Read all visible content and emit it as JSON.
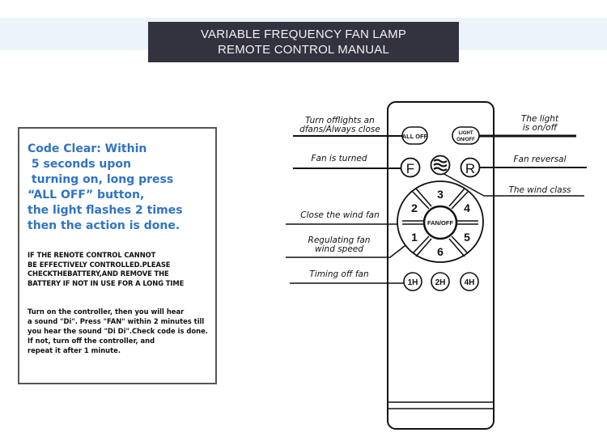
{
  "header": {
    "title_line1": "VARIABLE FREQUENCY FAN LAMP",
    "title_line2": "REMOTE CONTROL MANUAL",
    "band_color": "#ebf4fb",
    "title_bg": "#33323f"
  },
  "info_box": {
    "code_clear": "Code Clear: Within\n 5 seconds upon\n turning on, long press\n“ALL OFF” button,\nthe light flashes 2 times\nthen the action is done.",
    "code_clear_color": "#2f74c4",
    "warning": "IF THE RENOTE CONTROL CANNOT\nBE EFFECTIVELY CONTROLLED.PLEASE\nCHECKTHEBATTERY,AND REMOVE THE\nBATTERY IF NOT IN USE FOR A LONG TIME",
    "instructions": "Turn on the controller, then you will hear\na sound \"Di\". Press \"FAN\" within 2 minutes till\nyou hear the sound \"Di Di\".Check code is done.\nIf not, turn off the controller, and\nrepeat it after 1 minute."
  },
  "remote": {
    "buttons": {
      "all_off": "ALL OFF",
      "light_line1": "LIGHT",
      "light_line2": "ON/OFF",
      "fan": "F",
      "reverse": "R",
      "fan_off": "FAN/OFF",
      "speeds": [
        "1",
        "2",
        "3",
        "4",
        "5",
        "6"
      ],
      "timers": [
        "1H",
        "2H",
        "4H"
      ]
    }
  },
  "labels": {
    "all_off_line1": "Turn offlights an",
    "all_off_line2": "dfans/Always close",
    "light_line1": "The light",
    "light_line2": "is on/off",
    "fan_turned": "Fan is turned",
    "fan_reversal": "Fan reversal",
    "wind_class": "The wind class",
    "close_wind_fan": "Close the wind fan",
    "regulating_line1": "Regulating fan",
    "regulating_line2": "wind speed",
    "timing_off": "Timing off fan"
  }
}
